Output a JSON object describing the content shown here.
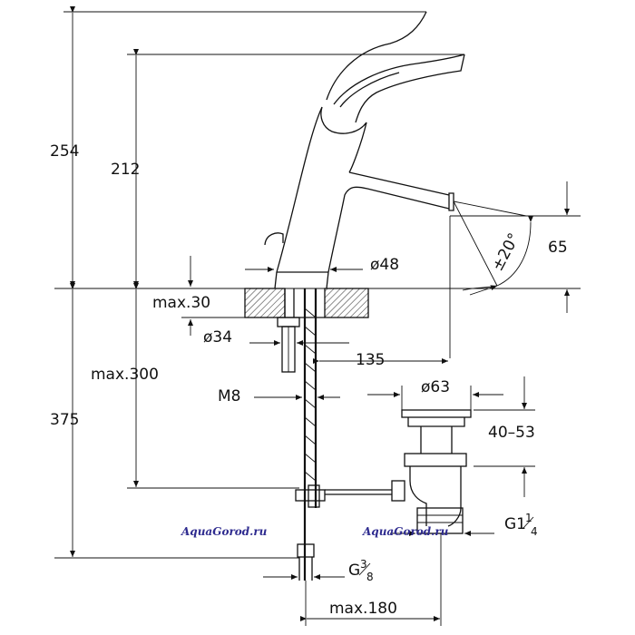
{
  "dimensions": {
    "d254": "254",
    "d212": "212",
    "d375": "375",
    "max300": "max.300",
    "max30": "max.30",
    "dia48": "ø48",
    "dia34": "ø34",
    "d135": "135",
    "m8": "M8",
    "dia63": "ø63",
    "d40_53": "40–53",
    "d65": "65",
    "angle": "±20°",
    "g1_main": "G1",
    "g1_num": "1",
    "g1_den": "4",
    "g38_main": "G",
    "g38_num": "3",
    "g38_den": "8",
    "max180": "max.180"
  },
  "watermarks": {
    "left": "AquaGorod.ru",
    "right": "AquaGorod.ru"
  },
  "colors": {
    "line": "#111111",
    "watermark": "#2e2b8f",
    "hatch": "#444444"
  }
}
